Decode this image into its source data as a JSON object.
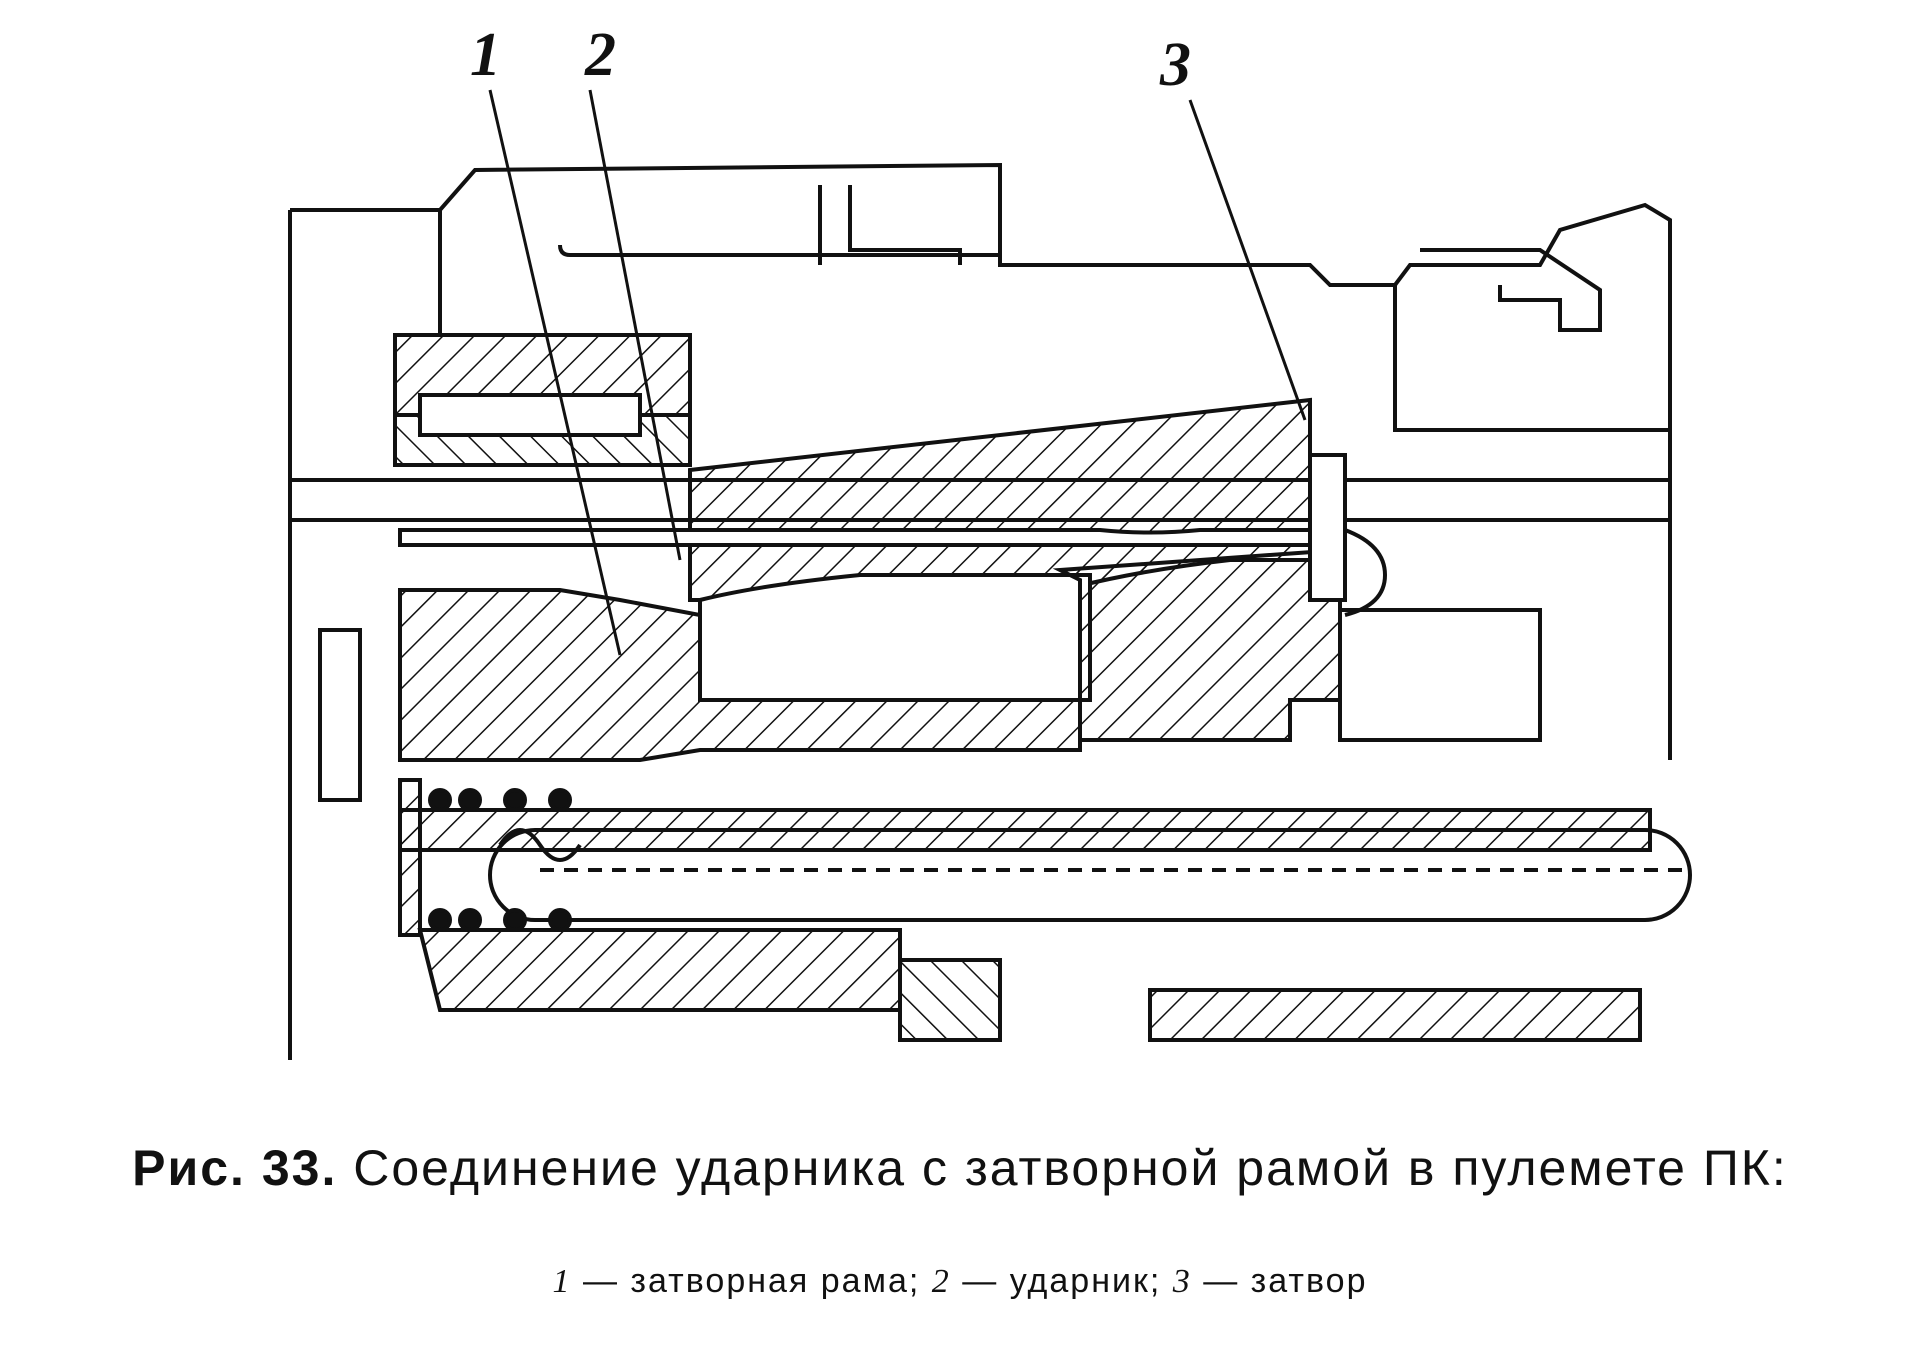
{
  "figure": {
    "callouts": [
      {
        "number": "1",
        "label": "затворная рама"
      },
      {
        "number": "2",
        "label": "ударник"
      },
      {
        "number": "3",
        "label": "затвор"
      }
    ]
  },
  "caption": {
    "prefix": "Рис. 33.",
    "title": "Соединение ударника с затворной рамой в пулемете ПК:",
    "legend": [
      {
        "number": "1",
        "sep": " — ",
        "label": "затворная рама",
        "end": "; "
      },
      {
        "number": "2",
        "sep": " — ",
        "label": "ударник",
        "end": "; "
      },
      {
        "number": "3",
        "sep": " — ",
        "label": "затвор",
        "end": ""
      }
    ]
  }
}
